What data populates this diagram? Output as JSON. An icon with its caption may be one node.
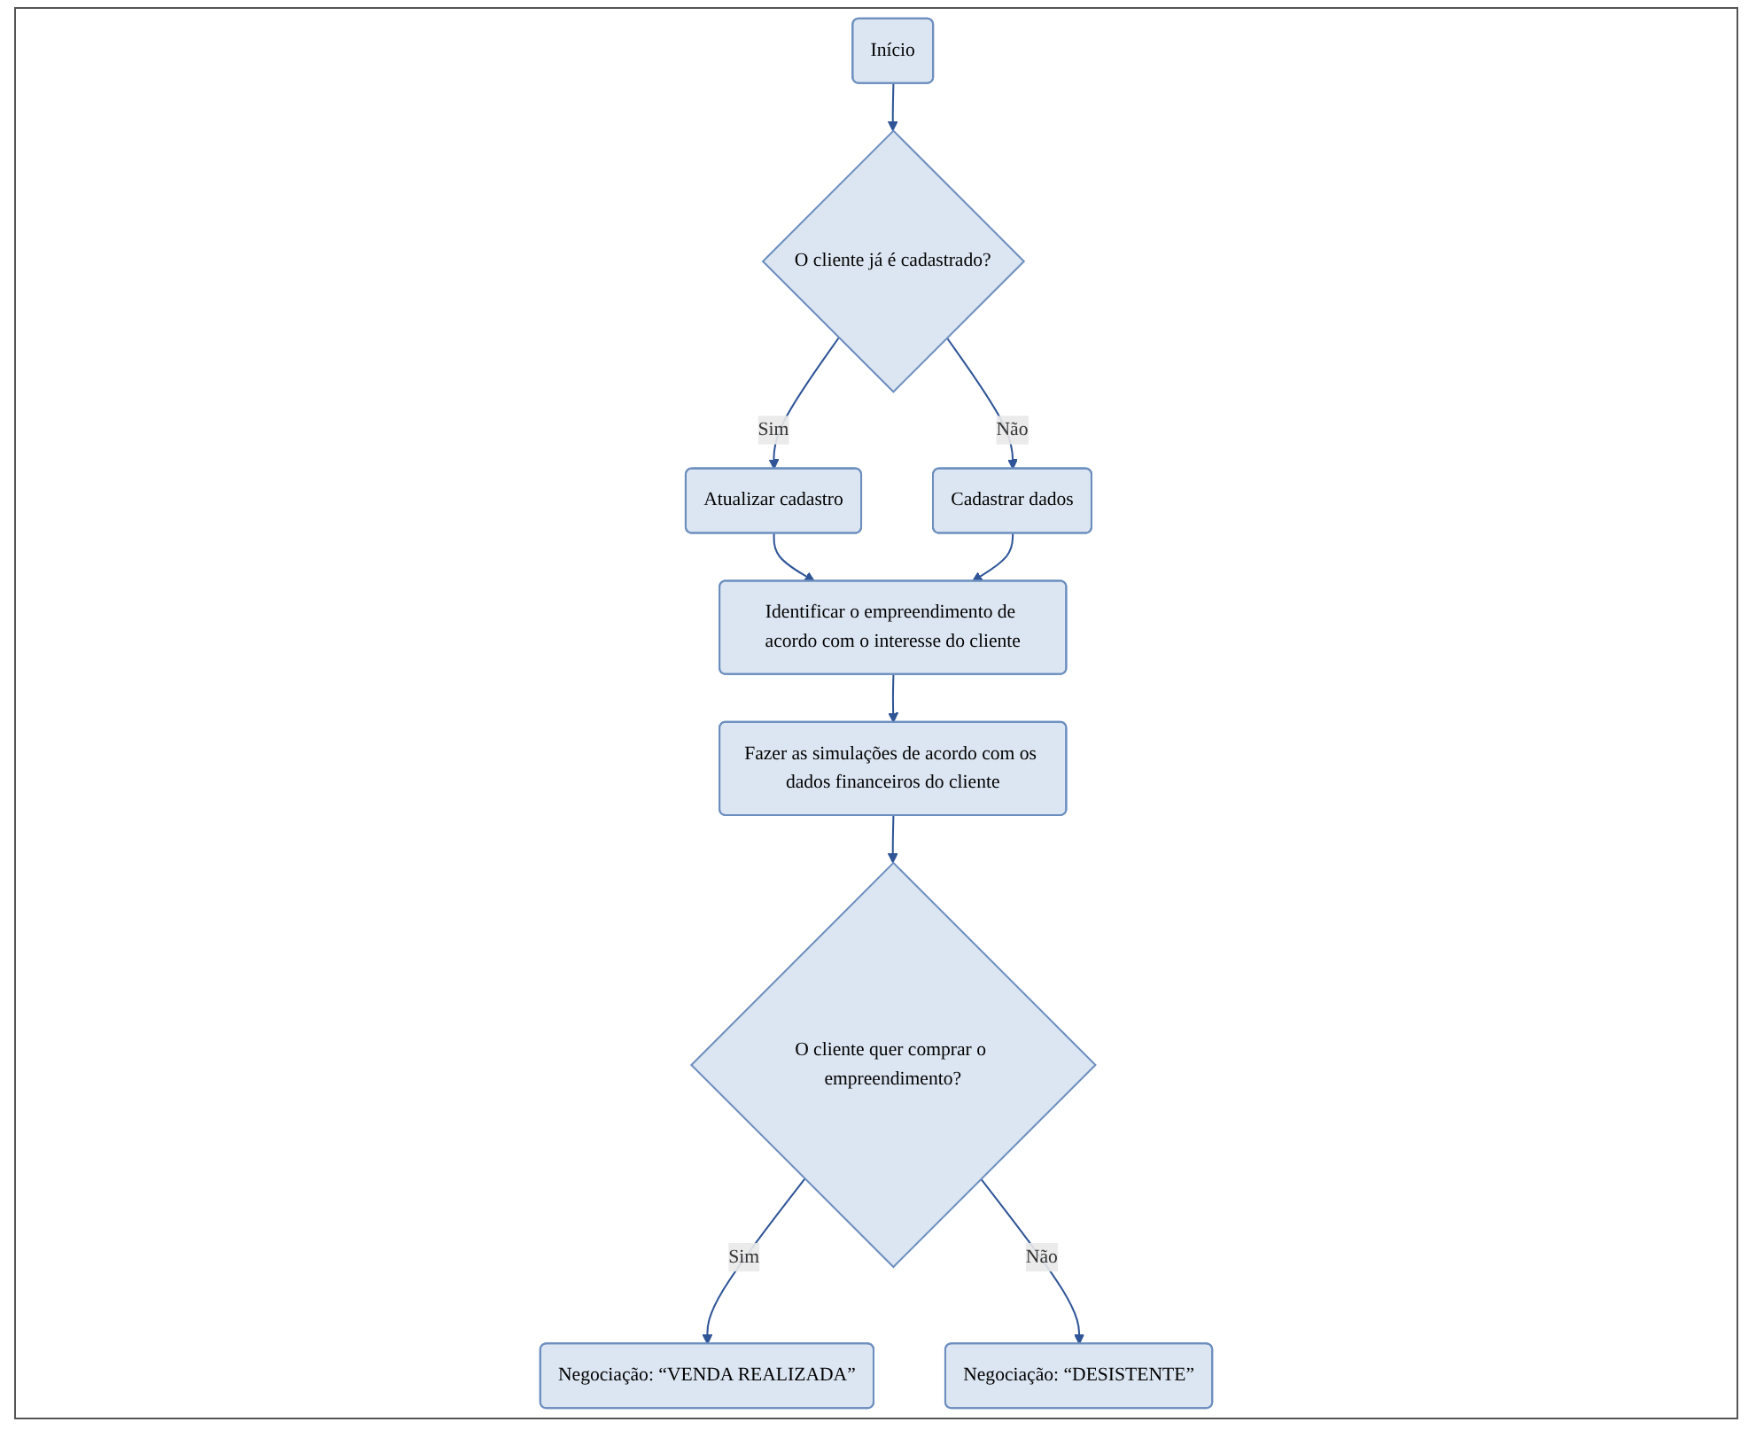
{
  "diagram": {
    "nodes": [
      {
        "text": [
          "Início"
        ]
      },
      {
        "text": [
          "O cliente já é cadastrado?"
        ]
      },
      {
        "text": [
          "Atualizar cadastro"
        ]
      },
      {
        "text": [
          "Cadastrar dados"
        ]
      },
      {
        "text": [
          "Identificar o empreendimento de acordo com o interesse do cliente"
        ]
      },
      {
        "text": [
          "Fazer as simulações de acordo com os dados financeiros do cliente"
        ]
      },
      {
        "text": [
          "O cliente quer comprar o empreendimento?"
        ]
      },
      {
        "text": [
          "Negociação: “VENDA REALIZADA”"
        ]
      },
      {
        "text": [
          "Negociação: “DESISTENTE”"
        ]
      }
    ],
    "edges": [
      {
        "from": 0,
        "to": 1,
        "arrow": "to"
      },
      {
        "from": 1,
        "to": 2,
        "label": "Sim",
        "arrow": "to"
      },
      {
        "from": 1,
        "to": 3,
        "label": "Não",
        "arrow": "to"
      },
      {
        "from": 2,
        "to": 4,
        "arrow": "to"
      },
      {
        "from": 3,
        "to": 4,
        "arrow": "to"
      },
      {
        "from": 4,
        "to": 5,
        "arrow": "to"
      },
      {
        "from": 5,
        "to": 6,
        "arrow": "to"
      },
      {
        "from": 6,
        "to": 7,
        "label": "Sim",
        "arrow": "to"
      },
      {
        "from": 6,
        "to": 8,
        "label": "Não",
        "arrow": "to"
      }
    ]
  }
}
